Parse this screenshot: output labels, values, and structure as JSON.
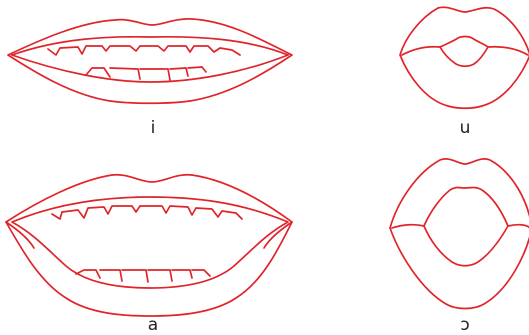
{
  "colors": {
    "stroke": "#e0242a",
    "label": "#222222",
    "background": "#ffffff"
  },
  "mouths": [
    {
      "id": "i",
      "label": "i",
      "shape": "spread-lips-teeth-visible"
    },
    {
      "id": "u",
      "label": "u",
      "shape": "rounded-lips-small-opening"
    },
    {
      "id": "a",
      "label": "a",
      "shape": "wide-open-spread-teeth-visible"
    },
    {
      "id": "o",
      "label": "ɔ",
      "shape": "rounded-lips-large-opening"
    }
  ]
}
